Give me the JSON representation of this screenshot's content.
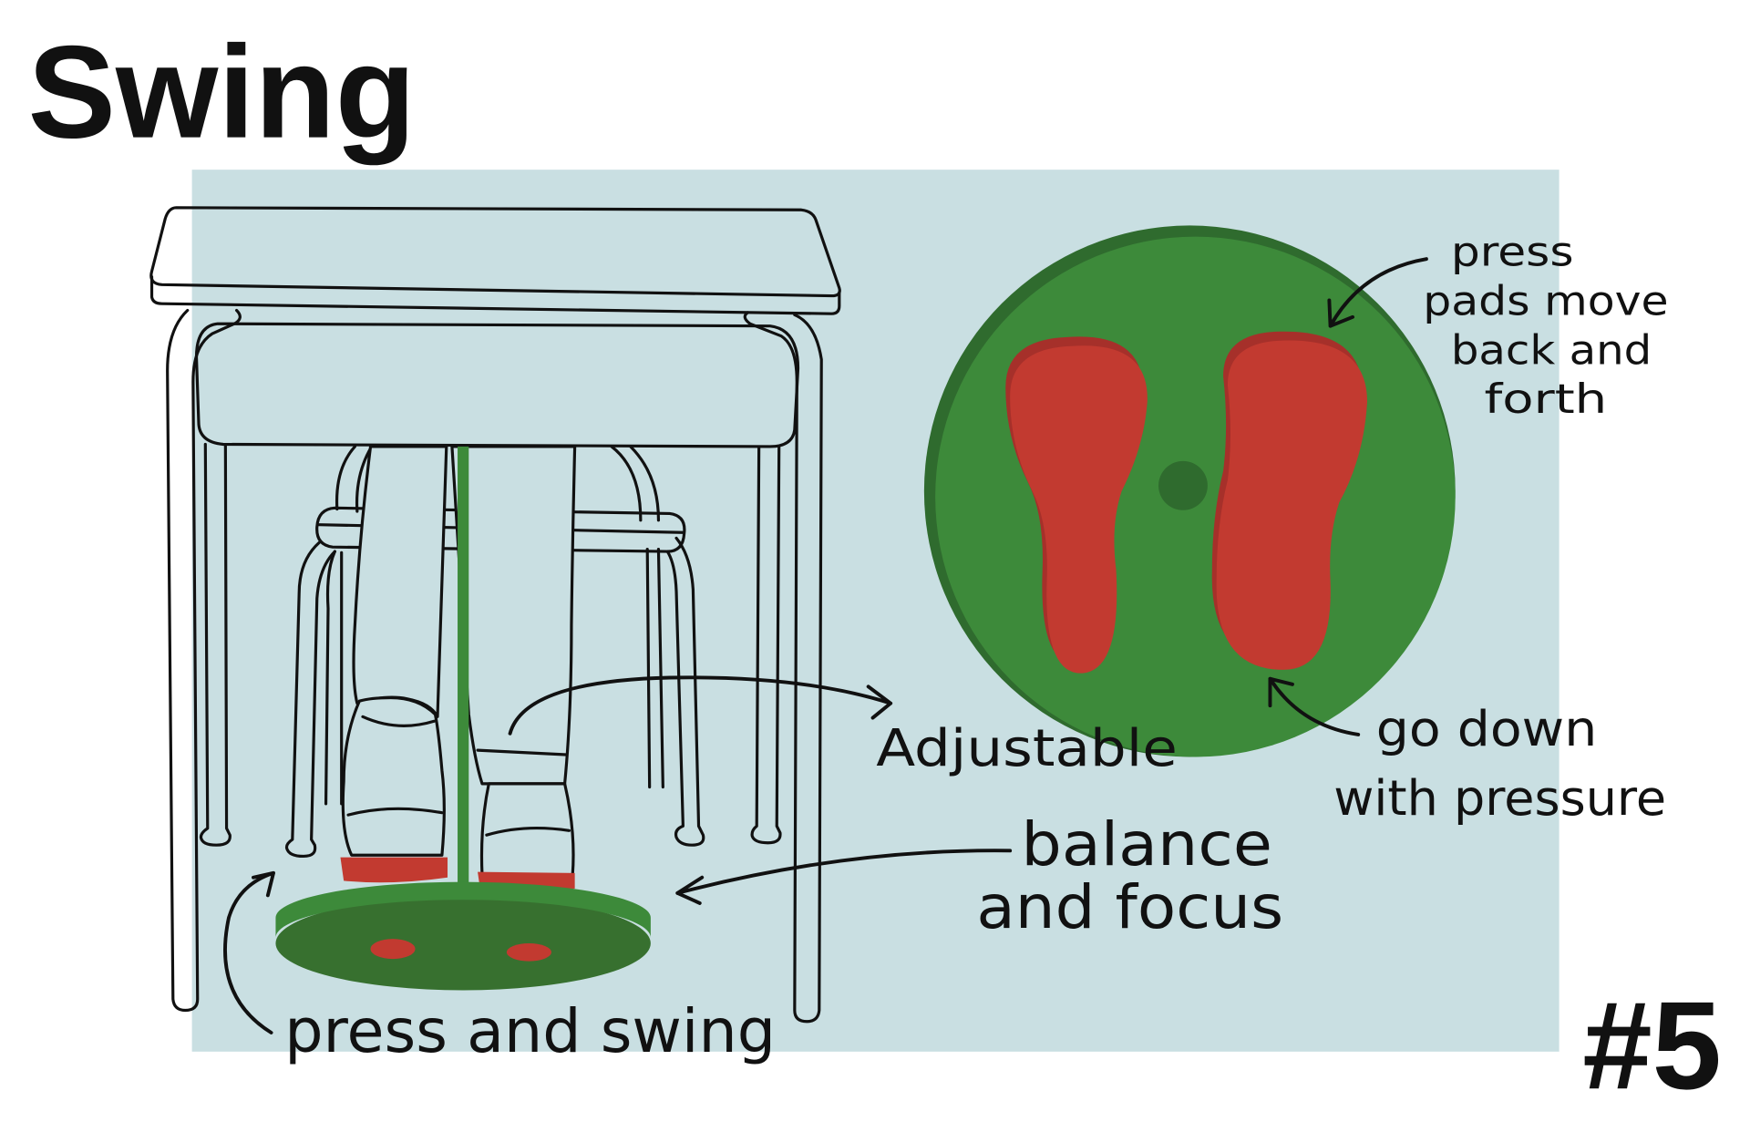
{
  "title": "Swing",
  "number": "#5",
  "annotations": {
    "press_pads": [
      "press",
      "pads move",
      "back and",
      "forth"
    ],
    "adjustable": "Adjustable",
    "go_down": [
      "go down",
      "with pressure"
    ],
    "balance": [
      "balance",
      "and focus"
    ],
    "press_and_swing": "press and swing"
  },
  "colors": {
    "panel": "#c9dfe2",
    "green": "#3d8a3a",
    "green_dark": "#2f6b2e",
    "board_body": "#37702f",
    "red": "#c23a30",
    "red_dark": "#a6302a"
  }
}
